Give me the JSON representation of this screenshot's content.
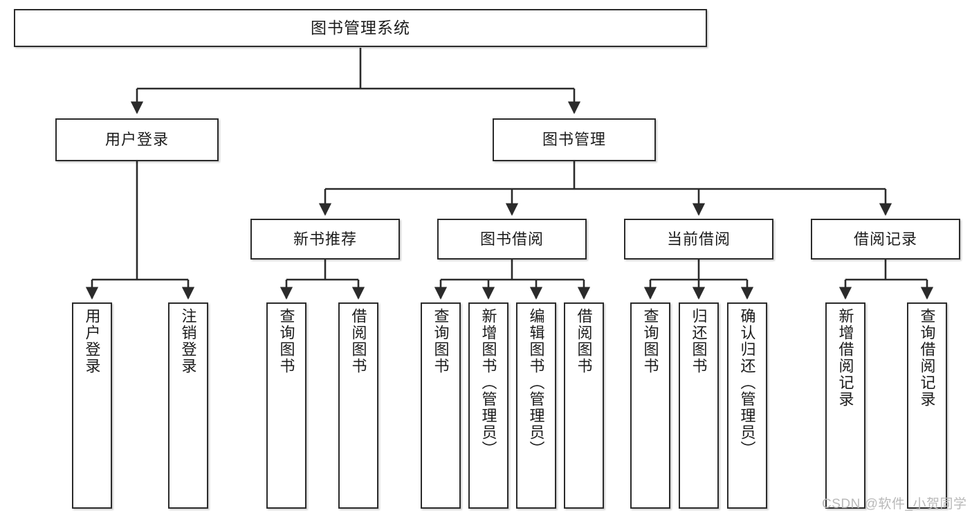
{
  "diagram": {
    "type": "tree",
    "title": "图书管理系统",
    "orientation": "top-down",
    "colors": {
      "box_stroke": "#2b2b2b",
      "box_fill": "#ffffff",
      "edge": "#2b2b2b",
      "text": "#1c1c1c",
      "watermark": "#b9b9b9",
      "background": "#ffffff"
    },
    "root": {
      "label": "图书管理系统",
      "orientation": "horizontal"
    },
    "level2": [
      {
        "label": "用户登录",
        "orientation": "horizontal"
      },
      {
        "label": "图书管理",
        "orientation": "horizontal"
      }
    ],
    "level3": [
      {
        "label": "新书推荐",
        "orientation": "horizontal"
      },
      {
        "label": "图书借阅",
        "orientation": "horizontal"
      },
      {
        "label": "当前借阅",
        "orientation": "horizontal"
      },
      {
        "label": "借阅记录",
        "orientation": "horizontal"
      }
    ],
    "leaves": {
      "user_login": [
        {
          "label": "用户登录",
          "orientation": "vertical"
        },
        {
          "label": "注销登录",
          "orientation": "vertical"
        }
      ],
      "new_book_recommend": [
        {
          "label": "查询图书",
          "orientation": "vertical"
        },
        {
          "label": "借阅图书",
          "orientation": "vertical"
        }
      ],
      "book_borrow": [
        {
          "label": "查询图书",
          "orientation": "vertical"
        },
        {
          "label": "新增图书（管理员）",
          "orientation": "vertical"
        },
        {
          "label": "编辑图书（管理员）",
          "orientation": "vertical"
        },
        {
          "label": "借阅图书",
          "orientation": "vertical"
        }
      ],
      "current_borrow": [
        {
          "label": "查询图书",
          "orientation": "vertical"
        },
        {
          "label": "归还图书",
          "orientation": "vertical"
        },
        {
          "label": "确认归还（管理员）",
          "orientation": "vertical"
        }
      ],
      "borrow_record": [
        {
          "label": "新增借阅记录",
          "orientation": "vertical"
        },
        {
          "label": "查询借阅记录",
          "orientation": "vertical"
        }
      ]
    }
  },
  "watermark": {
    "text": "CSDN @软件_小贺同学"
  }
}
